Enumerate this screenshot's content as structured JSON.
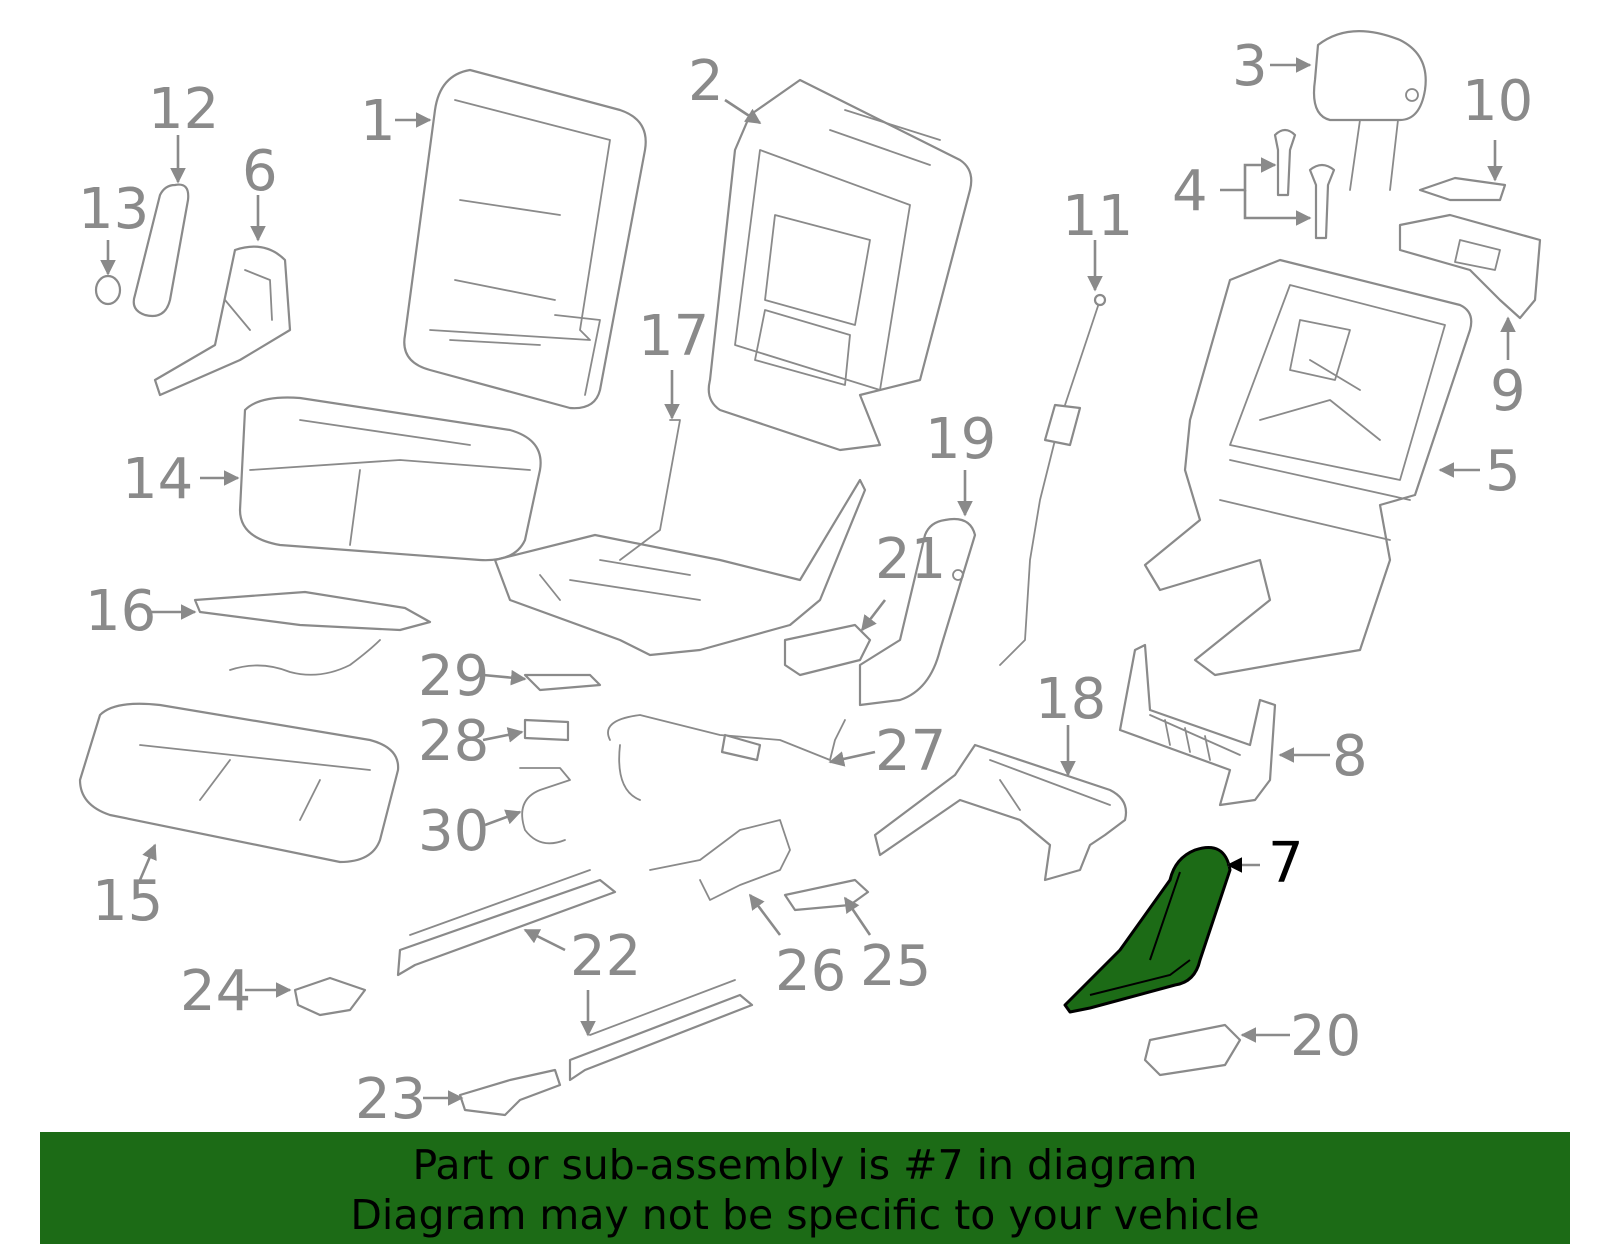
{
  "highlight_color": "#1c6b16",
  "part_color": "#8a8a8a",
  "callouts": {
    "c1": "1",
    "c2": "2",
    "c3": "3",
    "c4": "4",
    "c5": "5",
    "c6": "6",
    "c7": "7",
    "c8": "8",
    "c9": "9",
    "c10": "10",
    "c11": "11",
    "c12": "12",
    "c13": "13",
    "c14": "14",
    "c15": "15",
    "c16": "16",
    "c17": "17",
    "c18": "18",
    "c19": "19",
    "c20": "20",
    "c21": "21",
    "c22": "22",
    "c23": "23",
    "c24": "24",
    "c25": "25",
    "c26": "26",
    "c27": "27",
    "c28": "28",
    "c29": "29",
    "c30": "30"
  },
  "highlighted_part": "7",
  "banner": {
    "line1": "Part or sub-assembly is #7 in diagram",
    "line2": "Diagram may not be specific to your vehicle"
  }
}
